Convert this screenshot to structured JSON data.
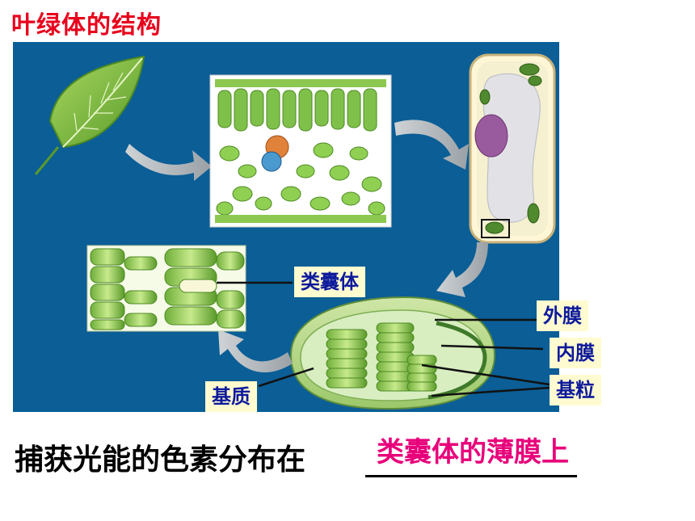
{
  "title": "叶绿体的结构",
  "labels": {
    "thylakoid": "类囊体",
    "outer_membrane": "外膜",
    "inner_membrane": "内膜",
    "granum": "基粒",
    "stroma": "基质"
  },
  "question": {
    "text": "捕获光能的色素分布在",
    "answer": "类囊体的薄膜上"
  },
  "colors": {
    "title": "#e8001c",
    "panel": "#0b5e96",
    "label_bg": "#fffbd0",
    "label_text": "#0d1a9c",
    "answer": "#e8007a"
  },
  "icons": [
    "leaf-icon",
    "leaf-cross-section",
    "plant-cell",
    "thylakoid-closeup",
    "chloroplast"
  ]
}
